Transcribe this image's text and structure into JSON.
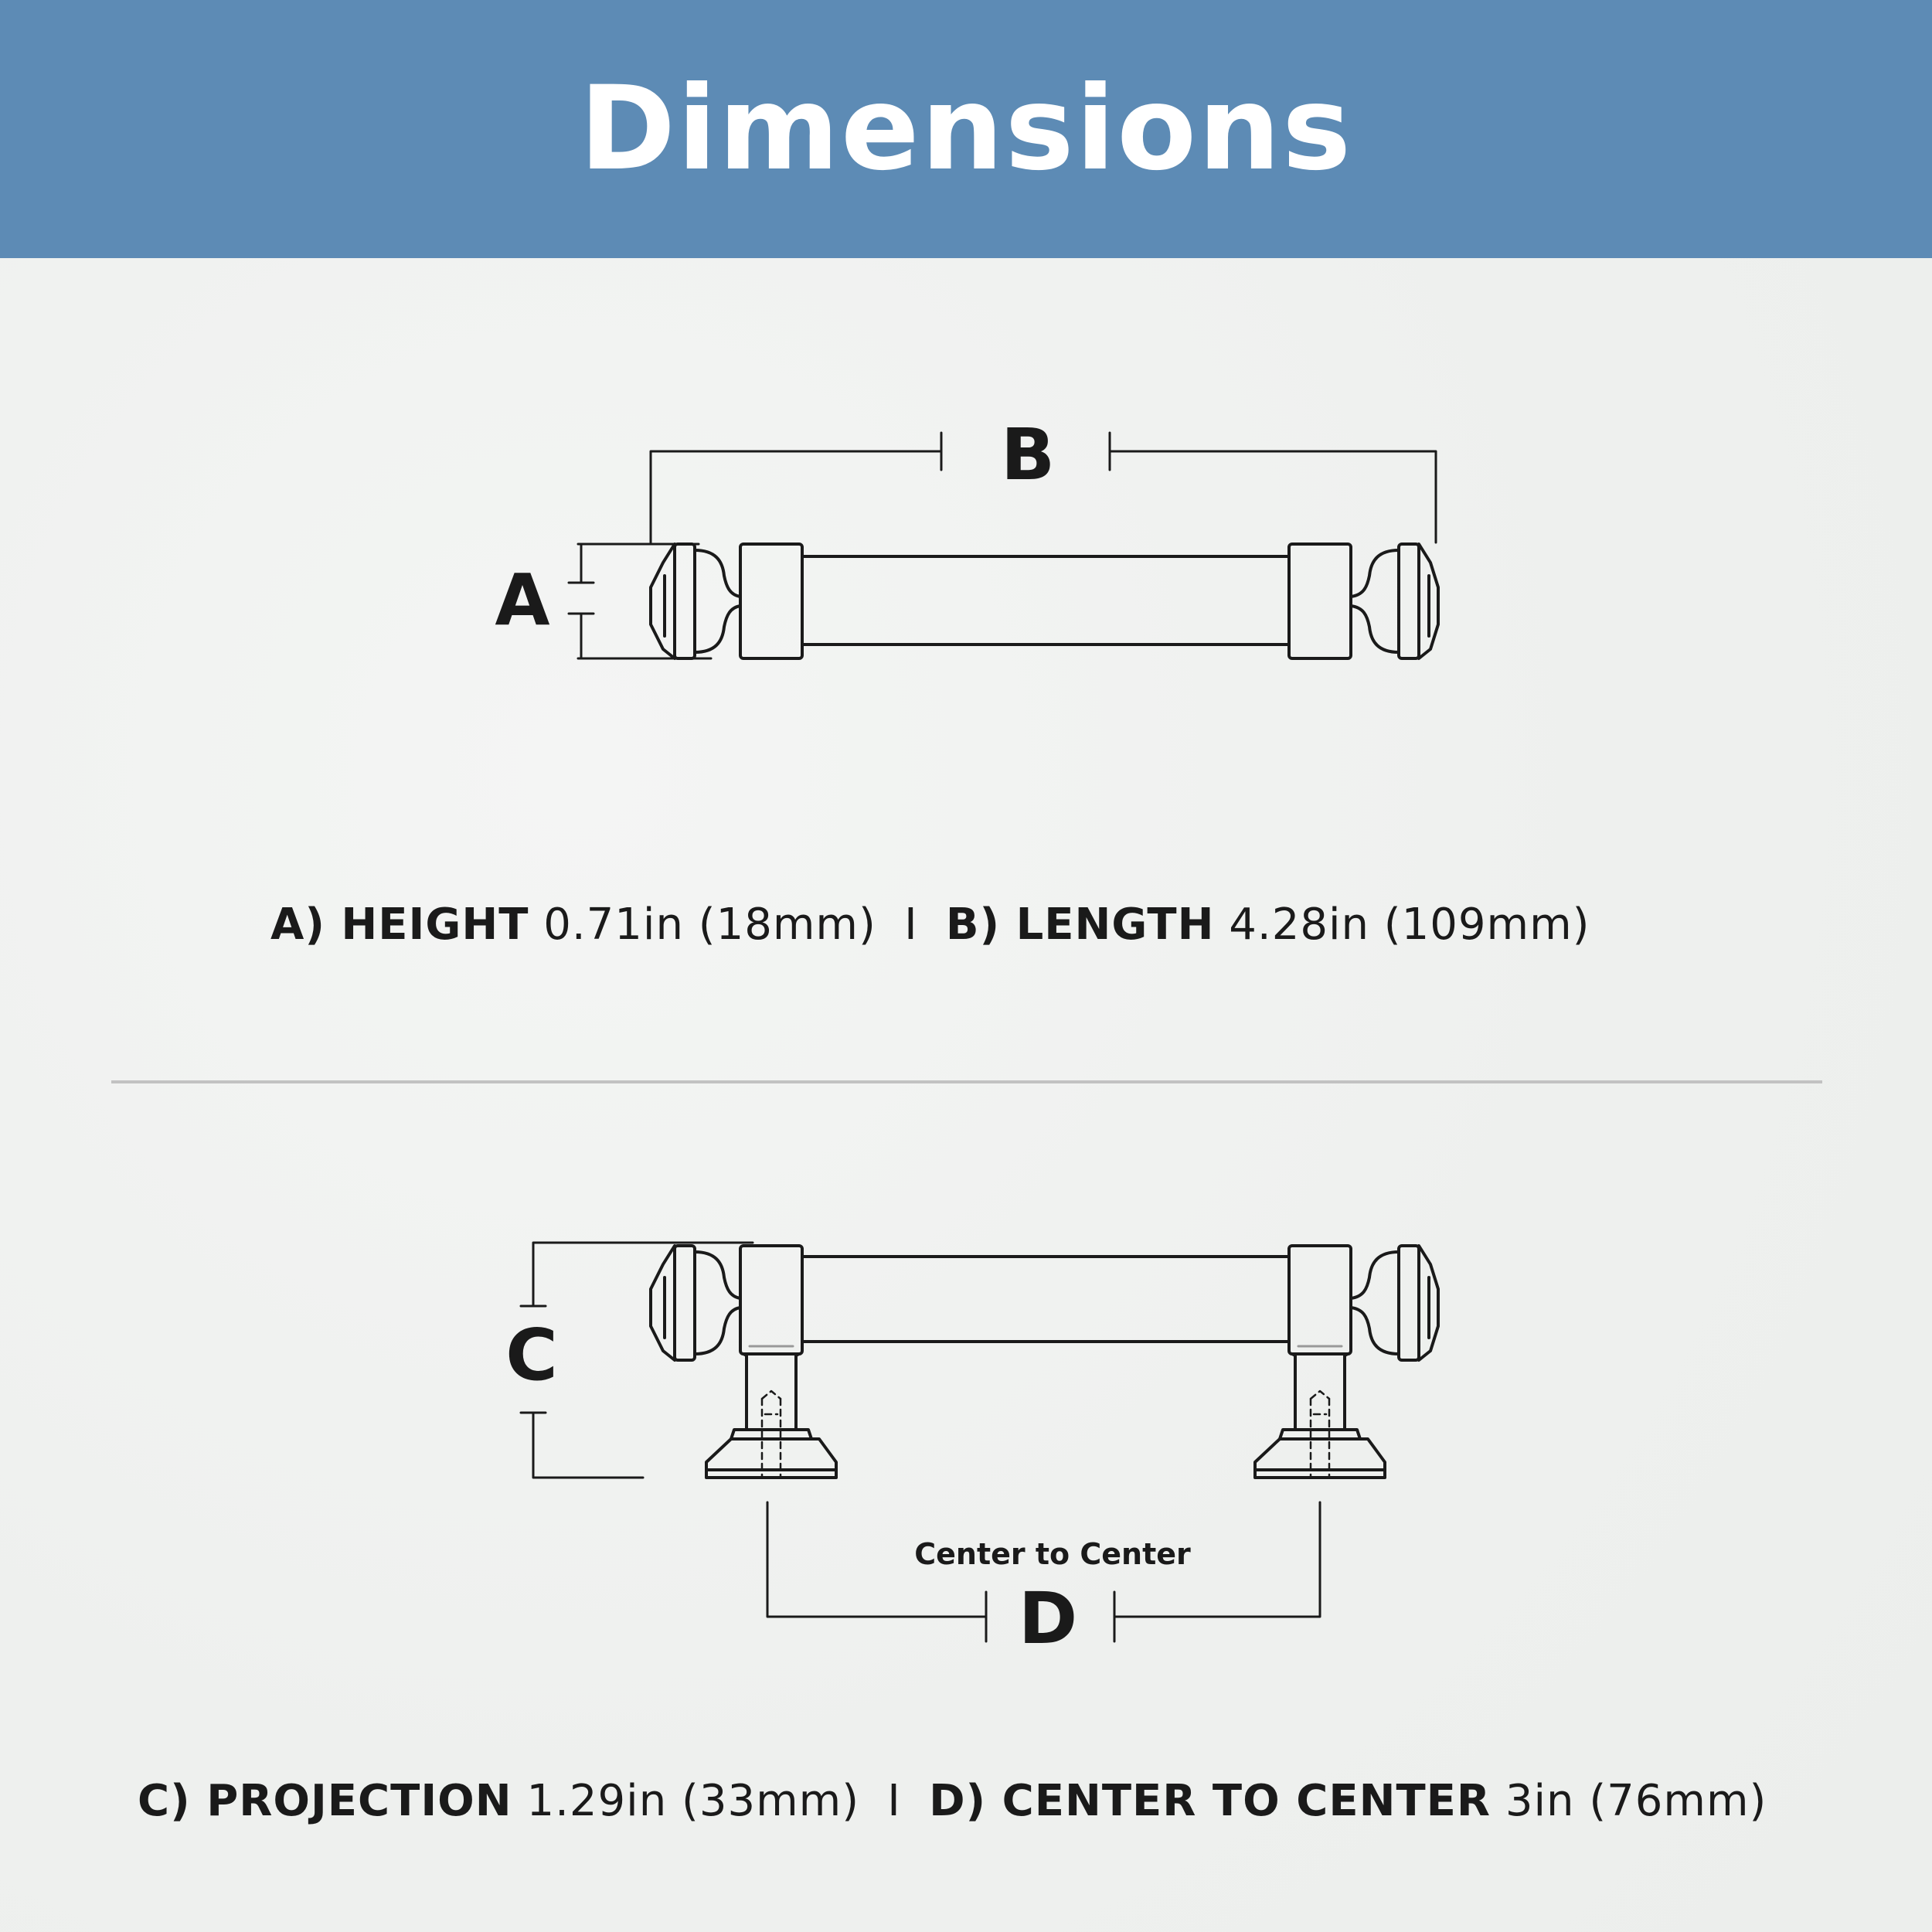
{
  "header": {
    "title": "Dimensions",
    "background_color": "#5d8bb5"
  },
  "top_view": {
    "label_a": "A",
    "label_b": "B"
  },
  "side_view": {
    "label_c": "C",
    "label_d": "D",
    "center_caption": "Center to Center"
  },
  "specs": {
    "height": {
      "key": "A) HEIGHT",
      "value": "0.71in (18mm)"
    },
    "length": {
      "key": "B) LENGTH",
      "value": "4.28in (109mm)"
    },
    "projection": {
      "key": "C) PROJECTION",
      "value": "1.29in (33mm)"
    },
    "center_to_center": {
      "key": "D) CENTER TO CENTER",
      "value": "3in (76mm)"
    },
    "separator": "I"
  }
}
